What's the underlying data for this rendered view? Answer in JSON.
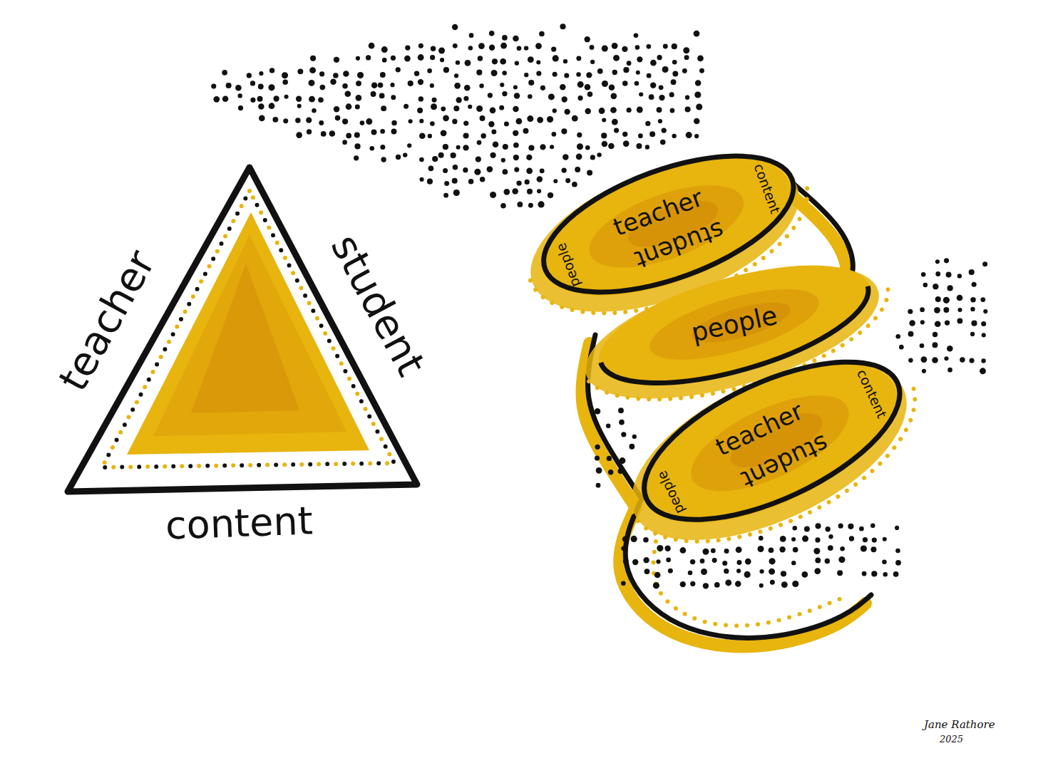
{
  "diagram": {
    "nodes": [
      {
        "text": [
          "teacher",
          "student",
          "content"
        ]
      },
      {
        "text": [
          "teacher",
          "content",
          "people",
          "student"
        ]
      },
      {
        "text": [
          "people"
        ]
      },
      {
        "text": [
          "teacher",
          "content",
          "people",
          "student"
        ]
      }
    ],
    "labels": [
      "Jane Rathore",
      "2025"
    ]
  }
}
